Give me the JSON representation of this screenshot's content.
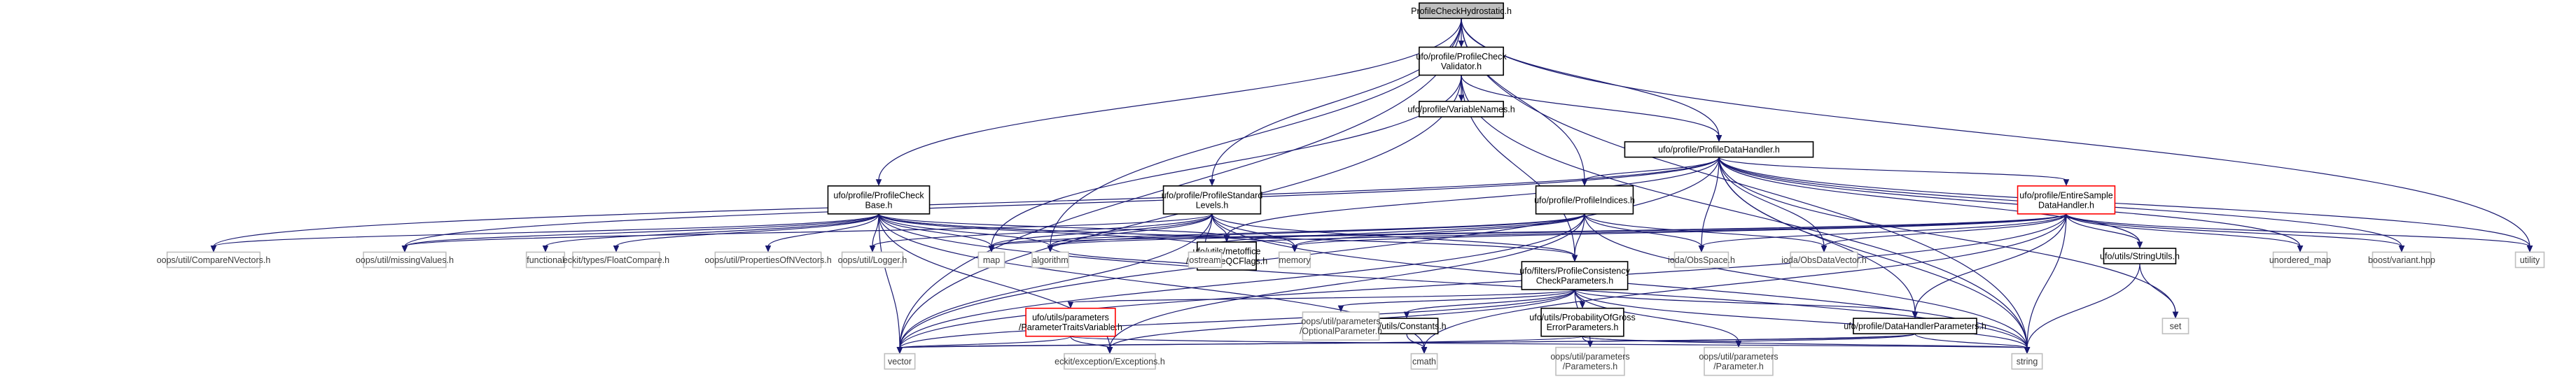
{
  "nodes": [
    {
      "id": "root",
      "lines": [
        "ProfileCheckHydrostatic.h"
      ],
      "kind": "root"
    },
    {
      "id": "validator",
      "lines": [
        "ufo/profile/ProfileCheck",
        "Validator.h"
      ],
      "kind": "local"
    },
    {
      "id": "varnames",
      "lines": [
        "ufo/profile/VariableNames.h"
      ],
      "kind": "local"
    },
    {
      "id": "datahandler",
      "lines": [
        "ufo/profile/ProfileDataHandler.h"
      ],
      "kind": "local"
    },
    {
      "id": "checkbase",
      "lines": [
        "ufo/profile/ProfileCheck",
        "Base.h"
      ],
      "kind": "local"
    },
    {
      "id": "stdlevels",
      "lines": [
        "ufo/profile/ProfileStandard",
        "Levels.h"
      ],
      "kind": "local"
    },
    {
      "id": "indices",
      "lines": [
        "ufo/profile/ProfileIndices.h"
      ],
      "kind": "local"
    },
    {
      "id": "entire",
      "lines": [
        "ufo/profile/EntireSample",
        "DataHandler.h"
      ],
      "kind": "trunc"
    },
    {
      "id": "consistency",
      "lines": [
        "ufo/filters/ProfileConsistency",
        "CheckParameters.h"
      ],
      "kind": "local"
    },
    {
      "id": "metoffice",
      "lines": [
        "ufo/utils/metoffice",
        "/MetOfficeQCFlags.h"
      ],
      "kind": "local"
    },
    {
      "id": "stringutils",
      "lines": [
        "ufo/utils/StringUtils.h"
      ],
      "kind": "local"
    },
    {
      "id": "paramtraits",
      "lines": [
        "ufo/utils/parameters",
        "/ParameterTraitsVariable.h"
      ],
      "kind": "trunc"
    },
    {
      "id": "constants",
      "lines": [
        "ufo/utils/Constants.h"
      ],
      "kind": "local"
    },
    {
      "id": "probgross",
      "lines": [
        "ufo/utils/ProbabilityOfGross",
        "ErrorParameters.h"
      ],
      "kind": "local"
    },
    {
      "id": "dhparams",
      "lines": [
        "ufo/profile/DataHandlerParameters.h"
      ],
      "kind": "local"
    },
    {
      "id": "comparen",
      "lines": [
        "oops/util/CompareNVectors.h"
      ],
      "kind": "sys"
    },
    {
      "id": "missing",
      "lines": [
        "oops/util/missingValues.h"
      ],
      "kind": "sys"
    },
    {
      "id": "functional",
      "lines": [
        "functional"
      ],
      "kind": "sys"
    },
    {
      "id": "floatcmp",
      "lines": [
        "eckit/types/FloatCompare.h"
      ],
      "kind": "sys"
    },
    {
      "id": "propsof",
      "lines": [
        "oops/util/PropertiesOfNVectors.h"
      ],
      "kind": "sys"
    },
    {
      "id": "logger",
      "lines": [
        "oops/util/Logger.h"
      ],
      "kind": "sys"
    },
    {
      "id": "map",
      "lines": [
        "map"
      ],
      "kind": "sys"
    },
    {
      "id": "algorithm",
      "lines": [
        "algorithm"
      ],
      "kind": "sys"
    },
    {
      "id": "ostream",
      "lines": [
        "ostream"
      ],
      "kind": "sys"
    },
    {
      "id": "memory",
      "lines": [
        "memory"
      ],
      "kind": "sys"
    },
    {
      "id": "obsspace",
      "lines": [
        "ioda/ObsSpace.h"
      ],
      "kind": "sys"
    },
    {
      "id": "obsdatavector",
      "lines": [
        "ioda/ObsDataVector.h"
      ],
      "kind": "sys"
    },
    {
      "id": "unordered",
      "lines": [
        "unordered_map"
      ],
      "kind": "sys"
    },
    {
      "id": "variant",
      "lines": [
        "boost/variant.hpp"
      ],
      "kind": "sys"
    },
    {
      "id": "utility",
      "lines": [
        "utility"
      ],
      "kind": "sys"
    },
    {
      "id": "set",
      "lines": [
        "set"
      ],
      "kind": "sys"
    },
    {
      "id": "vector",
      "lines": [
        "vector"
      ],
      "kind": "sys"
    },
    {
      "id": "exceptions",
      "lines": [
        "eckit/exception/Exceptions.h"
      ],
      "kind": "sys"
    },
    {
      "id": "optional",
      "lines": [
        "oops/util/parameters",
        "/OptionalParameter.h"
      ],
      "kind": "sys"
    },
    {
      "id": "cmath",
      "lines": [
        "cmath"
      ],
      "kind": "sys"
    },
    {
      "id": "parameters",
      "lines": [
        "oops/util/parameters",
        "/Parameters.h"
      ],
      "kind": "sys"
    },
    {
      "id": "parameter",
      "lines": [
        "oops/util/parameters",
        "/Parameter.h"
      ],
      "kind": "sys"
    },
    {
      "id": "string",
      "lines": [
        "string"
      ],
      "kind": "sys"
    }
  ],
  "edges": [
    [
      "root",
      "validator"
    ],
    [
      "root",
      "datahandler"
    ],
    [
      "root",
      "checkbase"
    ],
    [
      "root",
      "stdlevels"
    ],
    [
      "root",
      "indices"
    ],
    [
      "root",
      "algorithm"
    ],
    [
      "root",
      "vector"
    ],
    [
      "root",
      "string"
    ],
    [
      "root",
      "utility"
    ],
    [
      "validator",
      "varnames"
    ],
    [
      "validator",
      "datahandler"
    ],
    [
      "validator",
      "consistency"
    ],
    [
      "validator",
      "vector"
    ],
    [
      "validator",
      "string"
    ],
    [
      "validator",
      "map"
    ],
    [
      "datahandler",
      "entire"
    ],
    [
      "datahandler",
      "indices"
    ],
    [
      "datahandler",
      "dhparams"
    ],
    [
      "datahandler",
      "obsspace"
    ],
    [
      "datahandler",
      "obsdatavector"
    ],
    [
      "datahandler",
      "unordered"
    ],
    [
      "datahandler",
      "variant"
    ],
    [
      "datahandler",
      "utility"
    ],
    [
      "datahandler",
      "set"
    ],
    [
      "datahandler",
      "vector"
    ],
    [
      "datahandler",
      "string"
    ],
    [
      "datahandler",
      "missing"
    ],
    [
      "datahandler",
      "stringutils"
    ],
    [
      "datahandler",
      "comparen"
    ],
    [
      "datahandler",
      "metoffice"
    ],
    [
      "checkbase",
      "comparen"
    ],
    [
      "checkbase",
      "missing"
    ],
    [
      "checkbase",
      "functional"
    ],
    [
      "checkbase",
      "floatcmp"
    ],
    [
      "checkbase",
      "propsof"
    ],
    [
      "checkbase",
      "logger"
    ],
    [
      "checkbase",
      "map"
    ],
    [
      "checkbase",
      "algorithm"
    ],
    [
      "checkbase",
      "ostream"
    ],
    [
      "checkbase",
      "memory"
    ],
    [
      "checkbase",
      "metoffice"
    ],
    [
      "checkbase",
      "consistency"
    ],
    [
      "checkbase",
      "vector"
    ],
    [
      "checkbase",
      "exceptions"
    ],
    [
      "checkbase",
      "cmath"
    ],
    [
      "checkbase",
      "string"
    ],
    [
      "stdlevels",
      "logger"
    ],
    [
      "stdlevels",
      "map"
    ],
    [
      "stdlevels",
      "algorithm"
    ],
    [
      "stdlevels",
      "ostream"
    ],
    [
      "stdlevels",
      "memory"
    ],
    [
      "stdlevels",
      "metoffice"
    ],
    [
      "stdlevels",
      "missing"
    ],
    [
      "stdlevels",
      "vector"
    ],
    [
      "stdlevels",
      "string"
    ],
    [
      "stdlevels",
      "consistency"
    ],
    [
      "indices",
      "map"
    ],
    [
      "indices",
      "algorithm"
    ],
    [
      "indices",
      "ostream"
    ],
    [
      "indices",
      "memory"
    ],
    [
      "indices",
      "obsspace"
    ],
    [
      "indices",
      "obsdatavector"
    ],
    [
      "indices",
      "consistency"
    ],
    [
      "indices",
      "string"
    ],
    [
      "indices",
      "exceptions"
    ],
    [
      "indices",
      "vector"
    ],
    [
      "entire",
      "map"
    ],
    [
      "entire",
      "memory"
    ],
    [
      "entire",
      "ostream"
    ],
    [
      "entire",
      "obsspace"
    ],
    [
      "entire",
      "obsdatavector"
    ],
    [
      "entire",
      "stringutils"
    ],
    [
      "entire",
      "unordered"
    ],
    [
      "entire",
      "variant"
    ],
    [
      "entire",
      "utility"
    ],
    [
      "entire",
      "dhparams"
    ],
    [
      "entire",
      "string"
    ],
    [
      "entire",
      "vector"
    ],
    [
      "entire",
      "cmath"
    ],
    [
      "entire",
      "algorithm"
    ],
    [
      "consistency",
      "paramtraits"
    ],
    [
      "consistency",
      "optional"
    ],
    [
      "consistency",
      "constants"
    ],
    [
      "consistency",
      "probgross"
    ],
    [
      "consistency",
      "dhparams"
    ],
    [
      "consistency",
      "parameters"
    ],
    [
      "consistency",
      "parameter"
    ],
    [
      "consistency",
      "vector"
    ],
    [
      "consistency",
      "string"
    ],
    [
      "consistency",
      "exceptions"
    ],
    [
      "paramtraits",
      "vector"
    ],
    [
      "paramtraits",
      "exceptions"
    ],
    [
      "paramtraits",
      "string"
    ],
    [
      "constants",
      "cmath"
    ],
    [
      "probgross",
      "parameters"
    ],
    [
      "probgross",
      "parameter"
    ],
    [
      "probgross",
      "string"
    ],
    [
      "probgross",
      "vector"
    ],
    [
      "dhparams",
      "parameters"
    ],
    [
      "dhparams",
      "parameter"
    ],
    [
      "dhparams",
      "string"
    ],
    [
      "dhparams",
      "vector"
    ],
    [
      "stringutils",
      "set"
    ],
    [
      "stringutils",
      "string"
    ],
    [
      "metoffice",
      "algorithm"
    ]
  ]
}
